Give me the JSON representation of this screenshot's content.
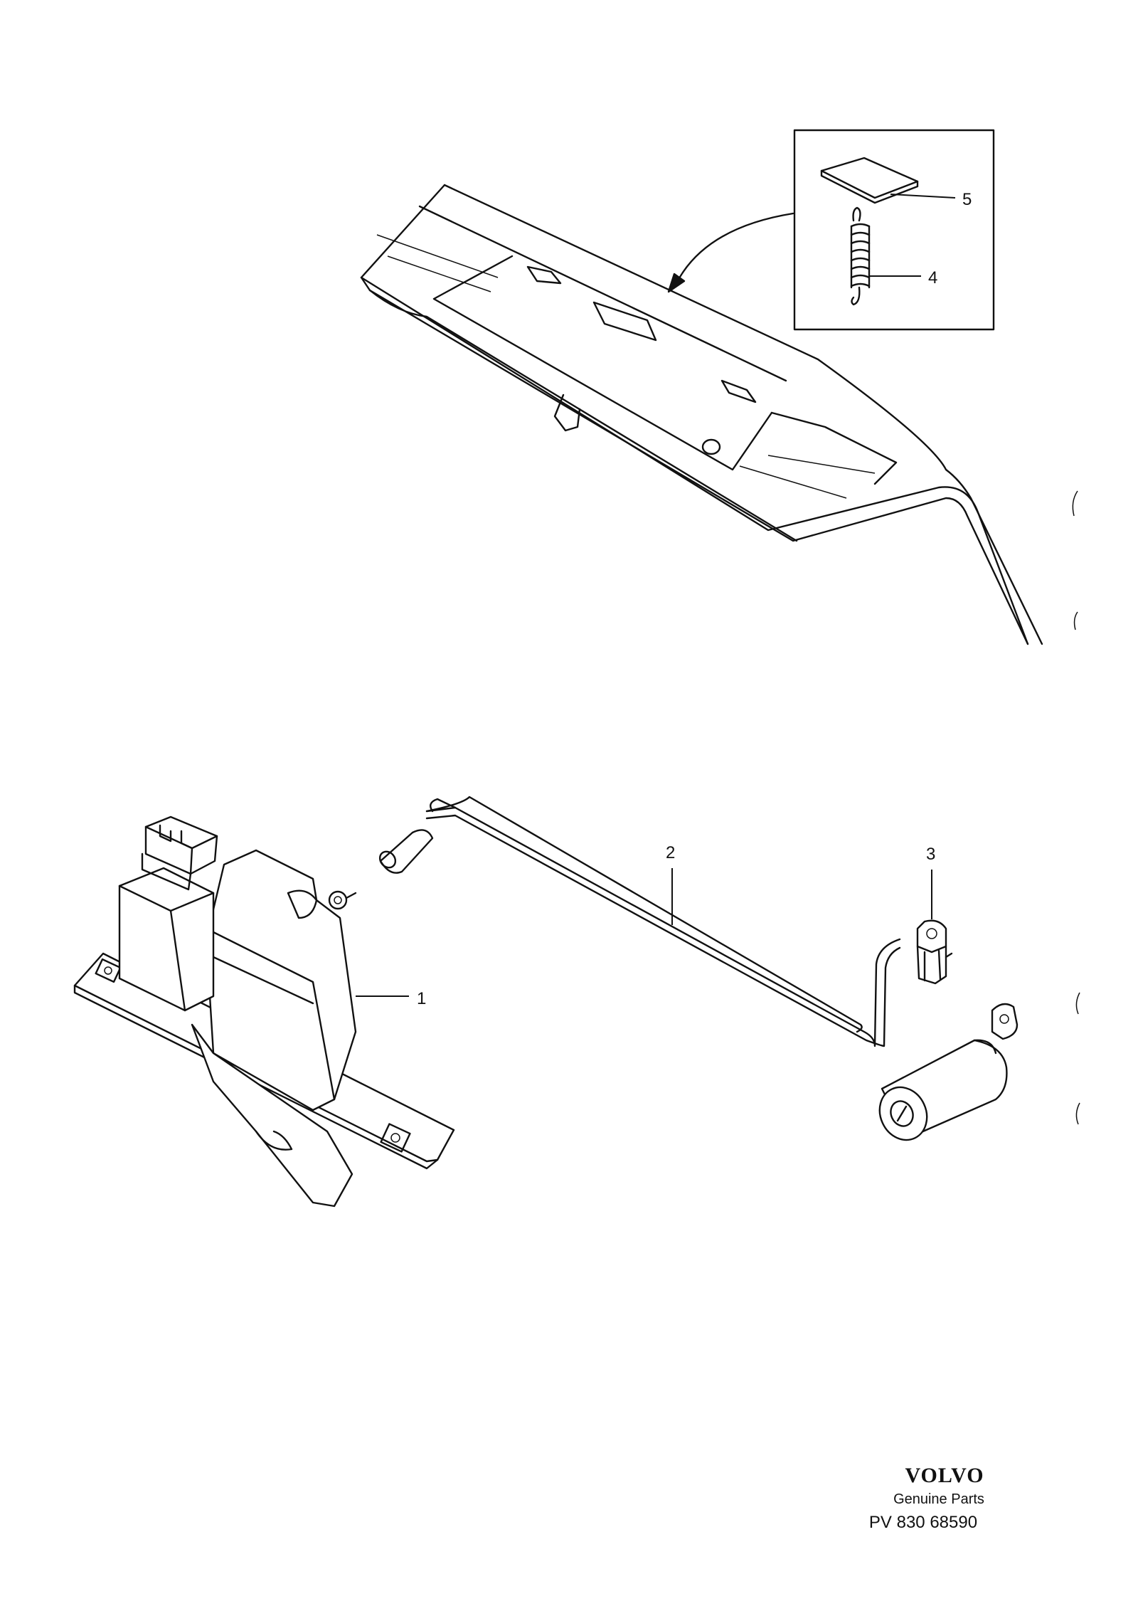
{
  "callouts": [
    {
      "id": "1",
      "label": "1"
    },
    {
      "id": "2",
      "label": "2"
    },
    {
      "id": "3",
      "label": "3"
    },
    {
      "id": "4",
      "label": "4"
    },
    {
      "id": "5",
      "label": "5"
    }
  ],
  "footer": {
    "brand": "VOLVO",
    "subtitle": "Genuine Parts",
    "reference": "PV 830 68590"
  }
}
